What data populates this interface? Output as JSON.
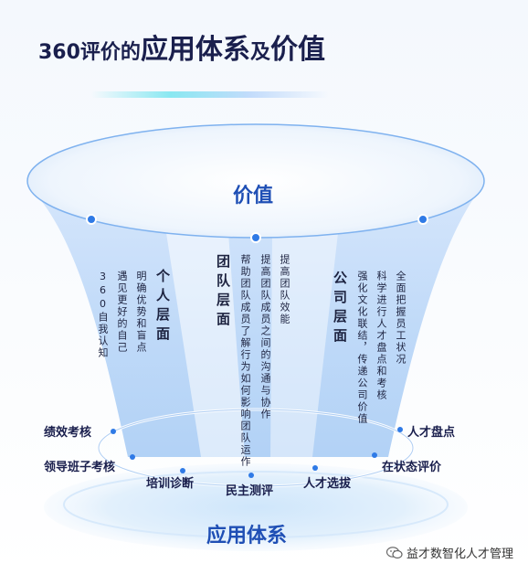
{
  "title": {
    "part1": "360评价的",
    "part2": "应用体系",
    "part3": "及",
    "part4": "价值"
  },
  "top_label": "价值",
  "bottom_label": "应用体系",
  "personal": {
    "heading": "个人层面",
    "lines": [
      "明确优势和盲点",
      "遇见更好的自己",
      "360自我认知"
    ]
  },
  "team": {
    "heading": "团队层面",
    "lines": [
      "帮助团队成员了解行为如何影响团队运作",
      "提高团队成员之间的沟通与协作",
      "提高团队效能"
    ]
  },
  "company": {
    "heading": "公司层面",
    "lines": [
      "强化文化联结，传递公司价值",
      "科学进行人才盘点和考核",
      "全面把握员工状况"
    ]
  },
  "applications": {
    "left1": "绩效考核",
    "left2": "领导班子考核",
    "mid1": "培训诊断",
    "mid2": "民主测评",
    "mid3": "人才选拔",
    "right1": "在状态评价",
    "right2": "人才盘点"
  },
  "watermark": "益才数智化人才管理",
  "colors": {
    "accent": "#1f4fb5",
    "dot": "#2f7ae6",
    "title": "#1a1f4d"
  }
}
